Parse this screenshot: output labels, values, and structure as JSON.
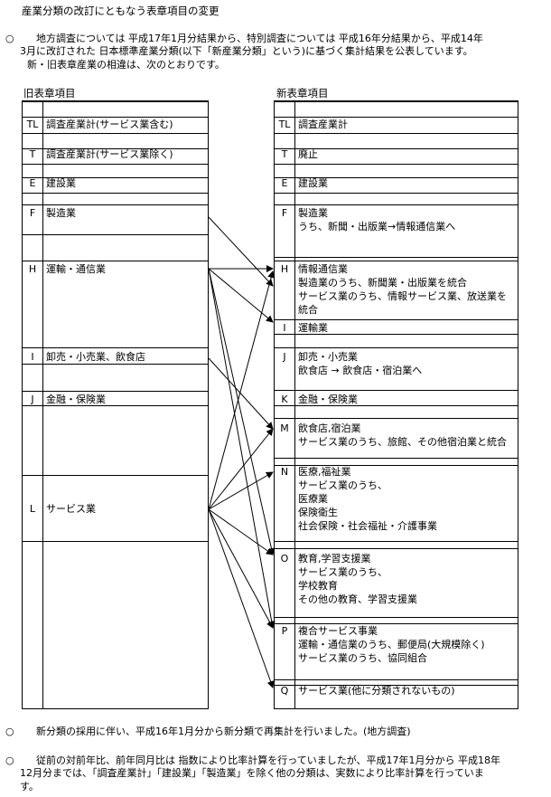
{
  "title": "産業分類の改訂にともなう表章項目の変更",
  "bullet": "○",
  "intro_lines": [
    "地方調査については 平成17年1月分結果から、特別調査については 平成16年分結果から、平成14年",
    "3月に改訂された 日本標準産業分類(以下「新産業分類」という)に基づく集計結果を公表しています。",
    "新・旧表章産業の相違は、次のとおりです。"
  ],
  "old_header": "旧表章項目",
  "new_header": "新表章項目",
  "old_items": [
    {
      "code": "TL",
      "lines": [
        "調査産業計(サービス業含む)"
      ]
    },
    {
      "code": "T",
      "lines": [
        "調査産業計(サービス業除く)"
      ]
    },
    {
      "code": "E",
      "lines": [
        "建設業"
      ]
    },
    {
      "code": "F",
      "lines": [
        "製造業"
      ]
    },
    {
      "code": "H",
      "lines": [
        "運輸・通信業"
      ]
    },
    {
      "code": "I",
      "lines": [
        "卸売・小売業、飲食店"
      ]
    },
    {
      "code": "J",
      "lines": [
        "金融・保険業"
      ]
    },
    {
      "code": "L",
      "lines": [
        "サービス業"
      ]
    }
  ],
  "new_items": [
    {
      "code": "TL",
      "lines": [
        "調査産業計"
      ]
    },
    {
      "code": "T",
      "lines": [
        "廃止"
      ]
    },
    {
      "code": "E",
      "lines": [
        "建設業"
      ]
    },
    {
      "code": "F",
      "lines": [
        "製造業",
        "うち、新聞・出版業→情報通信業へ"
      ]
    },
    {
      "code": "H",
      "lines": [
        "情報通信業",
        "製造業のうち、新聞業・出版業を統合",
        "サービス業のうち、情報サービス業、放送業を",
        "統合"
      ]
    },
    {
      "code": "I",
      "lines": [
        "運輸業"
      ]
    },
    {
      "code": "J",
      "lines": [
        "卸売・小売業",
        "飲食店 → 飲食店・宿泊業へ"
      ]
    },
    {
      "code": "K",
      "lines": [
        "金融・保険業"
      ]
    },
    {
      "code": "M",
      "lines": [
        "飲食店,宿泊業",
        "サービス業のうち、旅館、その他宿泊業と統合"
      ]
    },
    {
      "code": "N",
      "lines": [
        "医療,福祉業",
        "  サービス業のうち、",
        "      医療業",
        "      保険衛生",
        "      社会保険・社会福祉・介護事業"
      ]
    },
    {
      "code": "O",
      "lines": [
        "教育,学習支援業",
        "  サービス業のうち、",
        "      学校教育",
        "      その他の教育、学習支援業"
      ]
    },
    {
      "code": "P",
      "lines": [
        "複合サービス事業",
        "  運輸・通信業のうち、郵便局(大規模除く)",
        "  サービス業のうち、協同組合"
      ]
    },
    {
      "code": "Q",
      "lines": [
        "サービス業(他に分類されないもの)"
      ]
    }
  ],
  "note1": "新分類の採用に伴い、平成16年1月分から新分類で再集計を行いました。(地方調査)",
  "note2_lines": [
    "従前の対前年比、前年同月比は 指数により比率計算を行っていましたが、平成17年1月分から 平成18年",
    "12月分までは、「調査産業計」「建設業」「製造業」を除く他の分類は、実数により比率計算を行っていま",
    "す。"
  ]
}
